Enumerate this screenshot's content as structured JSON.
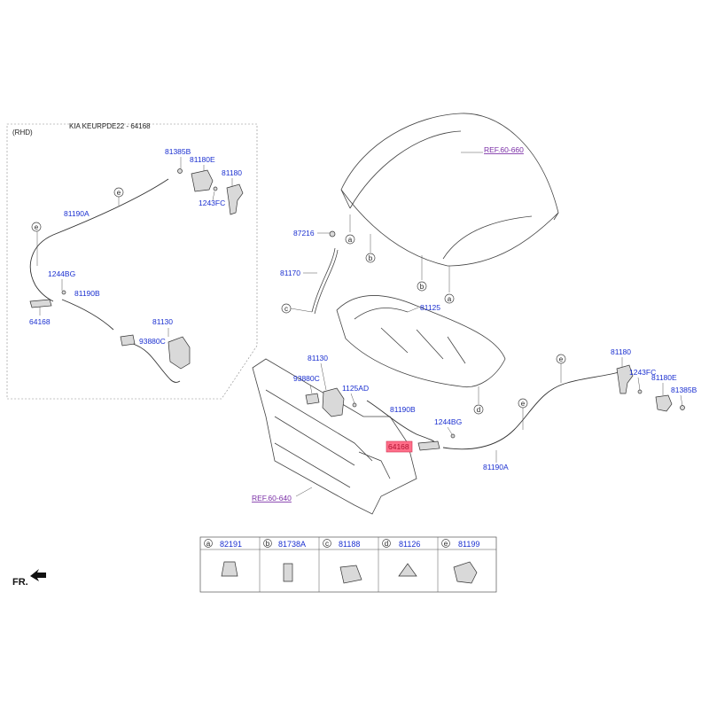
{
  "inset": {
    "rhd_label": "(RHD)",
    "title": "KIA KEURPDE22 - 64168",
    "labels": {
      "p81385b": "81385B",
      "p81180e": "81180E",
      "p81180": "81180",
      "p1243fc": "1243FC",
      "p81190a": "81190A",
      "p1244bg": "1244BG",
      "p81190b": "81190B",
      "p64168": "64168",
      "p81130": "81130",
      "p93880c": "93880C"
    },
    "markers": [
      "e",
      "e"
    ]
  },
  "main": {
    "labels": {
      "ref_hood": "REF.60-660",
      "p87216": "87216",
      "p81170": "81170",
      "p81125": "81125",
      "p81130": "81130",
      "p93880c": "93880C",
      "p1125ad": "1125AD",
      "p81190b": "81190B",
      "p1244bg": "1244BG",
      "p64168": "64168",
      "p81190a": "81190A",
      "p81180": "81180",
      "p1243fc": "1243FC",
      "p81180e": "81180E",
      "p81385b": "81385B",
      "ref_frame": "REF.60-640"
    },
    "markers": {
      "a1": "a",
      "b1": "b",
      "b2": "b",
      "a2": "a",
      "c": "c",
      "d": "d",
      "e1": "e",
      "e2": "e"
    }
  },
  "legend": [
    {
      "key": "a",
      "code": "82191"
    },
    {
      "key": "b",
      "code": "81738A"
    },
    {
      "key": "c",
      "code": "81188"
    },
    {
      "key": "d",
      "code": "81126"
    },
    {
      "key": "e",
      "code": "81199"
    }
  ],
  "front_indicator": "FR.",
  "highlight_part": "64168"
}
